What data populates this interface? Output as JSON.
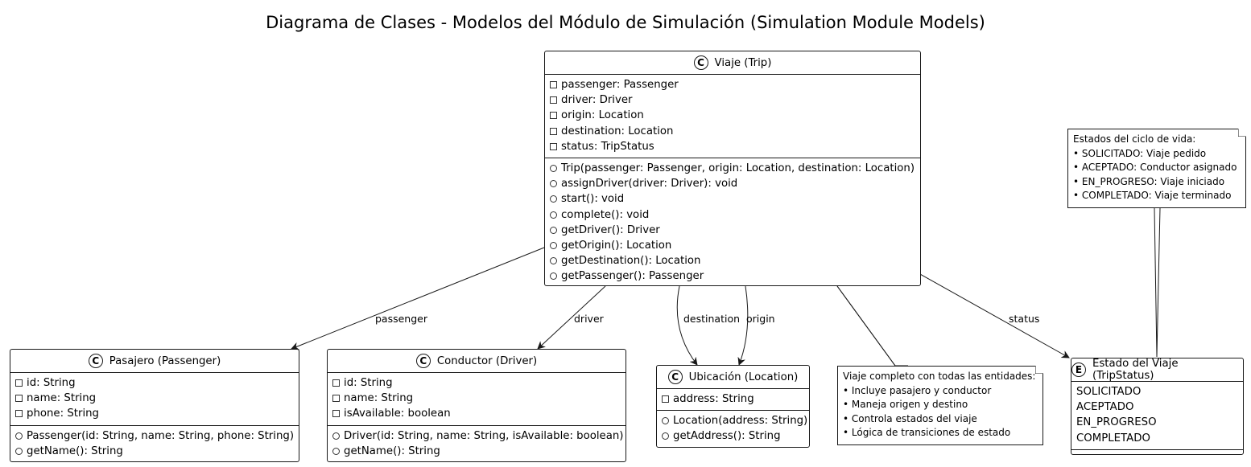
{
  "title": "Diagrama de Clases - Modelos del Módulo de Simulación (Simulation Module Models)",
  "classes": {
    "trip": {
      "stereotype": "C",
      "name": "Viaje (Trip)",
      "attributes": [
        "passenger: Passenger",
        "driver: Driver",
        "origin: Location",
        "destination: Location",
        "status: TripStatus"
      ],
      "methods": [
        "Trip(passenger: Passenger, origin: Location, destination: Location)",
        "assignDriver(driver: Driver): void",
        "start(): void",
        "complete(): void",
        "getDriver(): Driver",
        "getOrigin(): Location",
        "getDestination(): Location",
        "getPassenger(): Passenger"
      ]
    },
    "passenger": {
      "stereotype": "C",
      "name": "Pasajero (Passenger)",
      "attributes": [
        "id: String",
        "name: String",
        "phone: String"
      ],
      "methods": [
        "Passenger(id: String, name: String, phone: String)",
        "getName(): String"
      ]
    },
    "driver": {
      "stereotype": "C",
      "name": "Conductor (Driver)",
      "attributes": [
        "id: String",
        "name: String",
        "isAvailable: boolean"
      ],
      "methods": [
        "Driver(id: String, name: String, isAvailable: boolean)",
        "getName(): String"
      ]
    },
    "location": {
      "stereotype": "C",
      "name": "Ubicación (Location)",
      "attributes": [
        "address: String"
      ],
      "methods": [
        "Location(address: String)",
        "getAddress(): String"
      ]
    },
    "status": {
      "stereotype": "E",
      "name": "Estado del Viaje (TripStatus)",
      "values": [
        "SOLICITADO",
        "ACEPTADO",
        "EN_PROGRESO",
        "COMPLETADO"
      ]
    }
  },
  "notes": {
    "lifecycle": [
      "Estados del ciclo de vida:",
      "• SOLICITADO: Viaje pedido",
      "• ACEPTADO: Conductor asignado",
      "• EN_PROGRESO: Viaje iniciado",
      "• COMPLETADO: Viaje terminado"
    ],
    "trip": [
      "Viaje completo con todas las entidades:",
      "• Incluye pasajero y conductor",
      "• Maneja origen y destino",
      "• Controla estados del viaje",
      "• Lógica de transiciones de estado"
    ]
  },
  "edges": {
    "passenger": "passenger",
    "driver": "driver",
    "destination": "destination",
    "origin": "origin",
    "status": "status"
  }
}
